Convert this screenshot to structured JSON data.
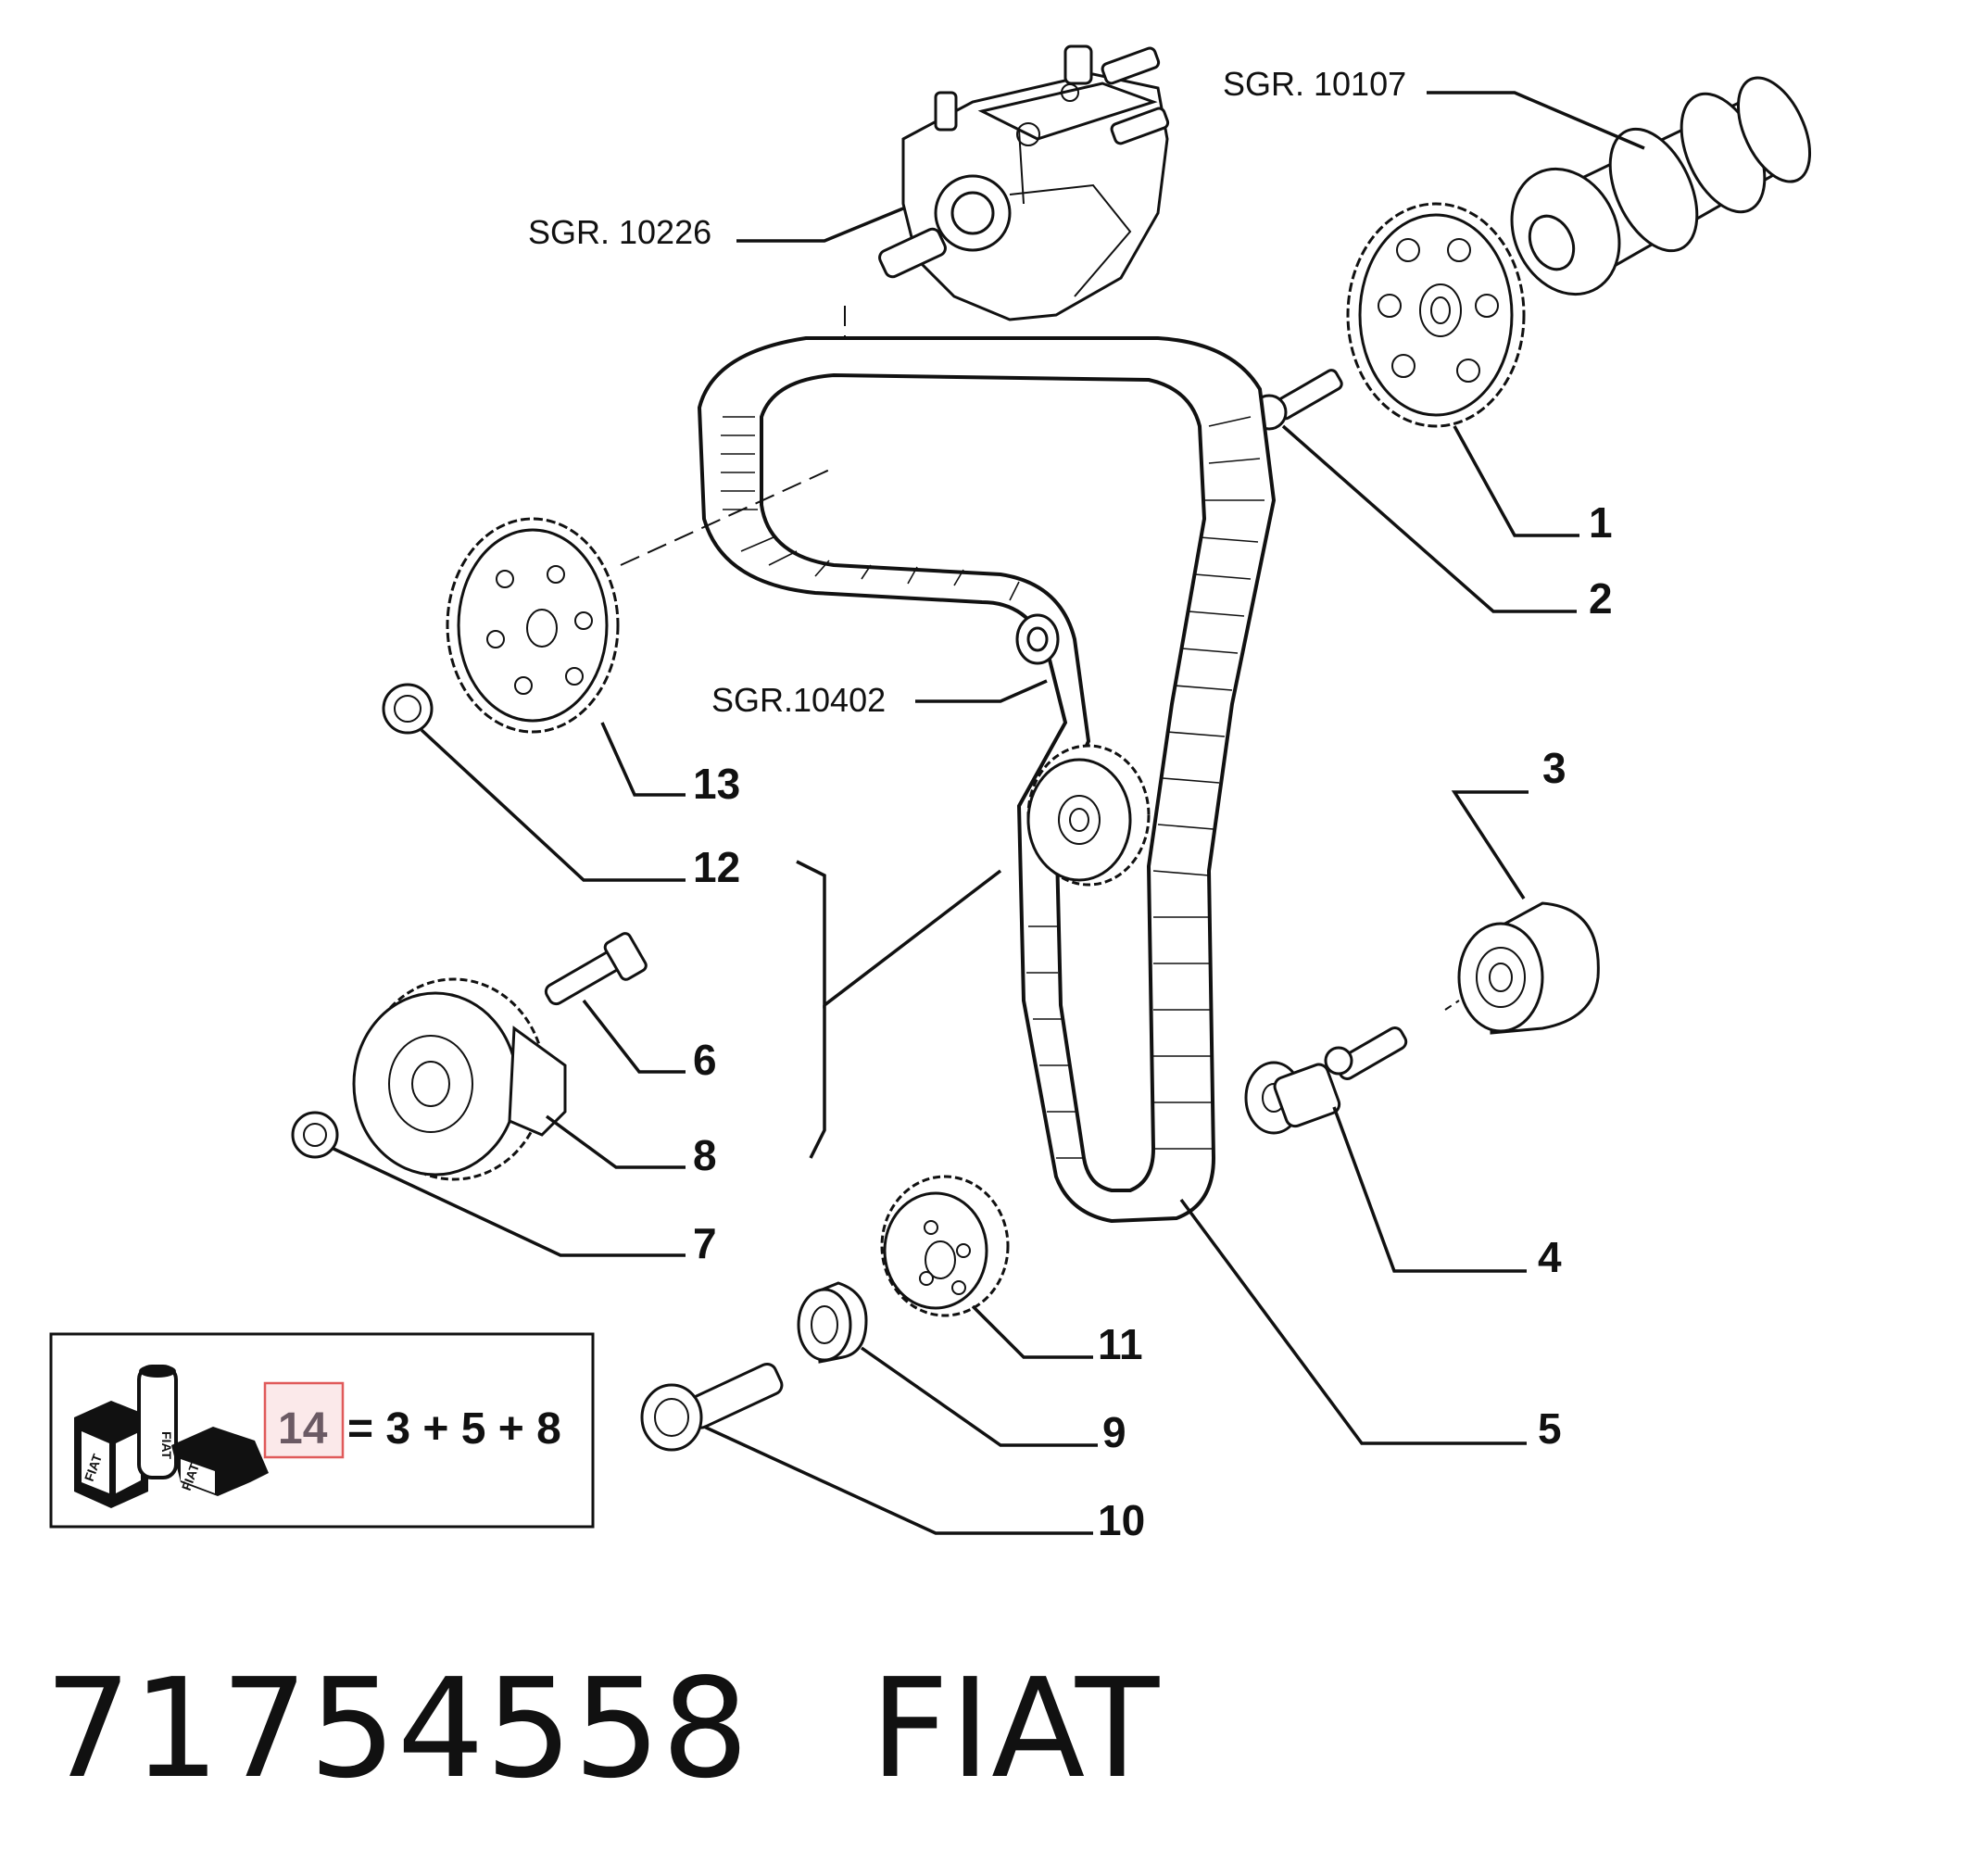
{
  "diagram": {
    "sgr_labels": [
      "SGR. 10107",
      "SGR. 10226",
      "SGR.10402"
    ],
    "callouts": [
      "1",
      "2",
      "3",
      "4",
      "5",
      "6",
      "7",
      "8",
      "9",
      "10",
      "11",
      "12",
      "13"
    ],
    "kit": {
      "number": "14",
      "formula": "= 3 + 5 + 8",
      "logo_text": "FIAT"
    }
  },
  "footer": {
    "part_number": "71754558",
    "brand": "FIAT"
  },
  "colors": {
    "line": "#111111",
    "kit_highlight_border": "#e05a5a",
    "kit_highlight_fill": "#fbe9ea",
    "kit_number": "#6b5a64"
  }
}
